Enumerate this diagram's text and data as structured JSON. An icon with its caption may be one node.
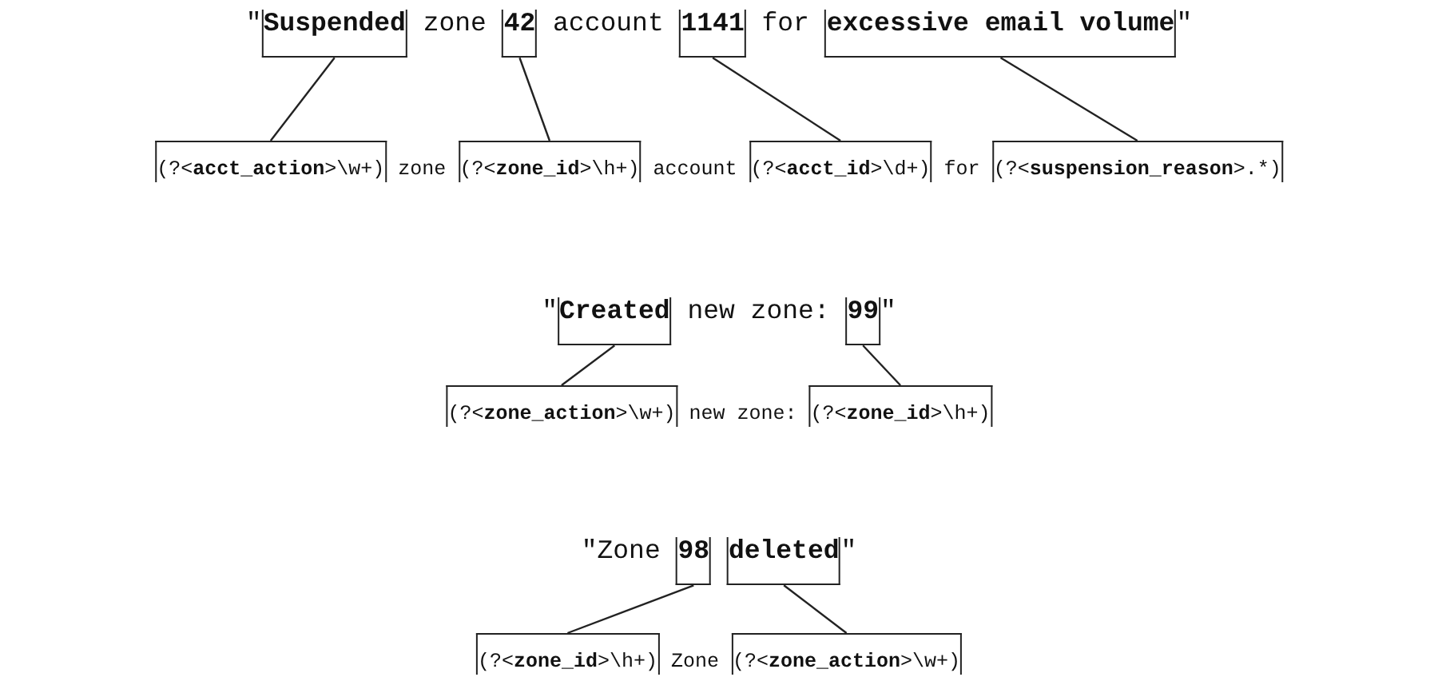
{
  "diagram": {
    "nodes": [
      {
        "text": [
          "Suspended"
        ]
      },
      {
        "text": [
          "42"
        ]
      },
      {
        "text": [
          "1141"
        ]
      },
      {
        "text": [
          "excessive email volume"
        ]
      },
      {
        "text": [
          "(?<**acct_action**>\\w+)"
        ]
      },
      {
        "text": [
          "(?<**zone_id**>\\h+)"
        ]
      },
      {
        "text": [
          "(?<**acct_id**>\\d+)"
        ]
      },
      {
        "text": [
          "(?<**suspension_reason**>.*)"
        ]
      },
      {
        "text": [
          "Created"
        ]
      },
      {
        "text": [
          "99"
        ]
      },
      {
        "text": [
          "(?<**zone_action**>\\w+)"
        ]
      },
      {
        "text": [
          "(?<**zone_id**>\\h+)"
        ]
      },
      {
        "text": [
          "98"
        ]
      },
      {
        "text": [
          "deleted"
        ]
      },
      {
        "text": [
          "(?<**zone_id**>\\h+)"
        ]
      },
      {
        "text": [
          "(?<**zone_action**>\\w+)"
        ]
      }
    ],
    "edges": [
      {
        "from": 0,
        "to": 4,
        "arrow": "none"
      },
      {
        "from": 1,
        "to": 5,
        "arrow": "none"
      },
      {
        "from": 2,
        "to": 6,
        "arrow": "none"
      },
      {
        "from": 3,
        "to": 7,
        "arrow": "none"
      },
      {
        "from": 8,
        "to": 10,
        "arrow": "none"
      },
      {
        "from": 9,
        "to": 11,
        "arrow": "none"
      },
      {
        "from": 12,
        "to": 14,
        "arrow": "none"
      },
      {
        "from": 13,
        "to": 15,
        "arrow": "none"
      }
    ],
    "labels": [
      "\"",
      "zone",
      "account",
      "for",
      "\"",
      "zone",
      "account",
      "for",
      "\"",
      "new zone:",
      "\"",
      "new zone:",
      "\"Zone",
      "\"",
      "Zone"
    ]
  }
}
